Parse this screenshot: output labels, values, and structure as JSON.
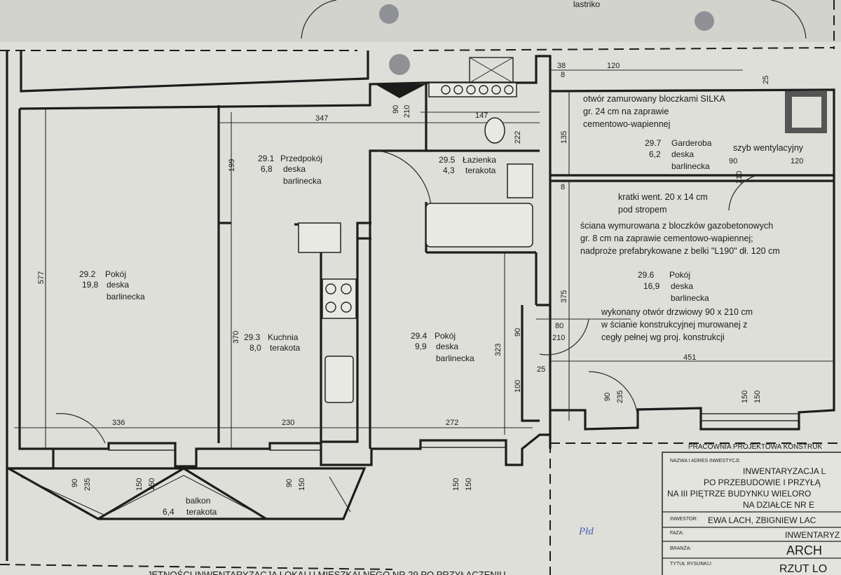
{
  "top_label": "lastriko",
  "rooms": [
    {
      "id": "29.1",
      "area": "6,8",
      "name": "Przedpokój",
      "floor1": "deska",
      "floor2": "barlinecka"
    },
    {
      "id": "29.2",
      "area": "19,8",
      "name": "Pokój",
      "floor1": "deska",
      "floor2": "barlinecka"
    },
    {
      "id": "29.3",
      "area": "8,0",
      "name": "Kuchnia",
      "floor1": "terakota",
      "floor2": ""
    },
    {
      "id": "29.4",
      "area": "9,9",
      "name": "Pokój",
      "floor1": "deska",
      "floor2": "barlinecka"
    },
    {
      "id": "29.5",
      "area": "4,3",
      "name": "Łazienka",
      "floor1": "terakota",
      "floor2": ""
    },
    {
      "id": "29.6",
      "area": "16,9",
      "name": "Pokój",
      "floor1": "deska",
      "floor2": "barlinecka"
    },
    {
      "id": "29.7",
      "area": "6,2",
      "name": "Garderoba",
      "floor1": "deska",
      "floor2": "barlinecka"
    },
    {
      "id": "balkon",
      "area": "6,4",
      "name": "balkon",
      "floor1": "terakota",
      "floor2": ""
    }
  ],
  "notes": {
    "n1": [
      "otwór zamurowany bloczkami SILKA",
      "gr. 24 cm na zaprawie",
      "cementowo-wapiennej"
    ],
    "n2": "szyb wentylacyjny",
    "n3": [
      "kratki went. 20 x 14 cm",
      "pod stropem"
    ],
    "n4": [
      "ściana wymurowana z bloczków gazobetonowych",
      "gr. 8 cm na zaprawie cementowo-wapiennej;",
      "nadproże prefabrykowane z belki \"L190\" dł. 120 cm"
    ],
    "n5": [
      "wykonany otwór drzwiowy 90 x 210 cm",
      "w ścianie konstrukcyjnej murowanej z",
      "cegły pełnej wg proj. konstrukcji"
    ]
  },
  "dimensions": {
    "d347": "347",
    "d147": "147",
    "d222": "222",
    "d199": "199",
    "d577": "577",
    "d370": "370",
    "d323": "323",
    "d375": "375",
    "d135": "135",
    "d8a": "8",
    "d8b": "8",
    "d451": "451",
    "d336": "336",
    "d230": "230",
    "d272": "272",
    "d38": "38",
    "d120a": "120",
    "d25a": "25",
    "d25b": "25",
    "d90a": "90",
    "d120b": "120",
    "d210a": "210",
    "d90b": "90",
    "d210b": "210",
    "d90c": "90",
    "d80": "80",
    "d210c": "210",
    "d100": "100",
    "d90d": "90",
    "d235a": "235",
    "d150a": "150",
    "d150b": "150",
    "d90e": "90",
    "d235b": "235",
    "d150c": "150",
    "d150d": "150",
    "d90f": "90",
    "d150e": "150",
    "d150f": "150",
    "d150g": "150"
  },
  "title_block": {
    "office": "PRACOWNIA PROJEKTOWA KONSTRUK",
    "address_label": "NAZWA I ADRES INWESTYCJI:",
    "line1": "INWENTARYZACJA L",
    "line2": "PO PRZEBUDOWIE I PRZYŁĄ",
    "line3": "NA III PIĘTRZE  BUDYNKU WIELORO",
    "line4": "NA DZIAŁCE NR E",
    "investor_label": "INWESTOR:",
    "investor": "EWA LACH, ZBIGNIEW LAC",
    "phase_label": "FAZA:",
    "phase": "INWENTARYZ",
    "branch_label": "BRANŻA:",
    "branch": "ARCH",
    "drawing_label": "TYTUŁ RYSUNKU:",
    "drawing": "RZUT LO"
  },
  "handwritten": "Płd",
  "bottom_text": "JĘTNOŚCI INWENTARYZACJA LOKALU MIESZKALNEGO NR 29 PO PRZYŁĄCZENIU"
}
